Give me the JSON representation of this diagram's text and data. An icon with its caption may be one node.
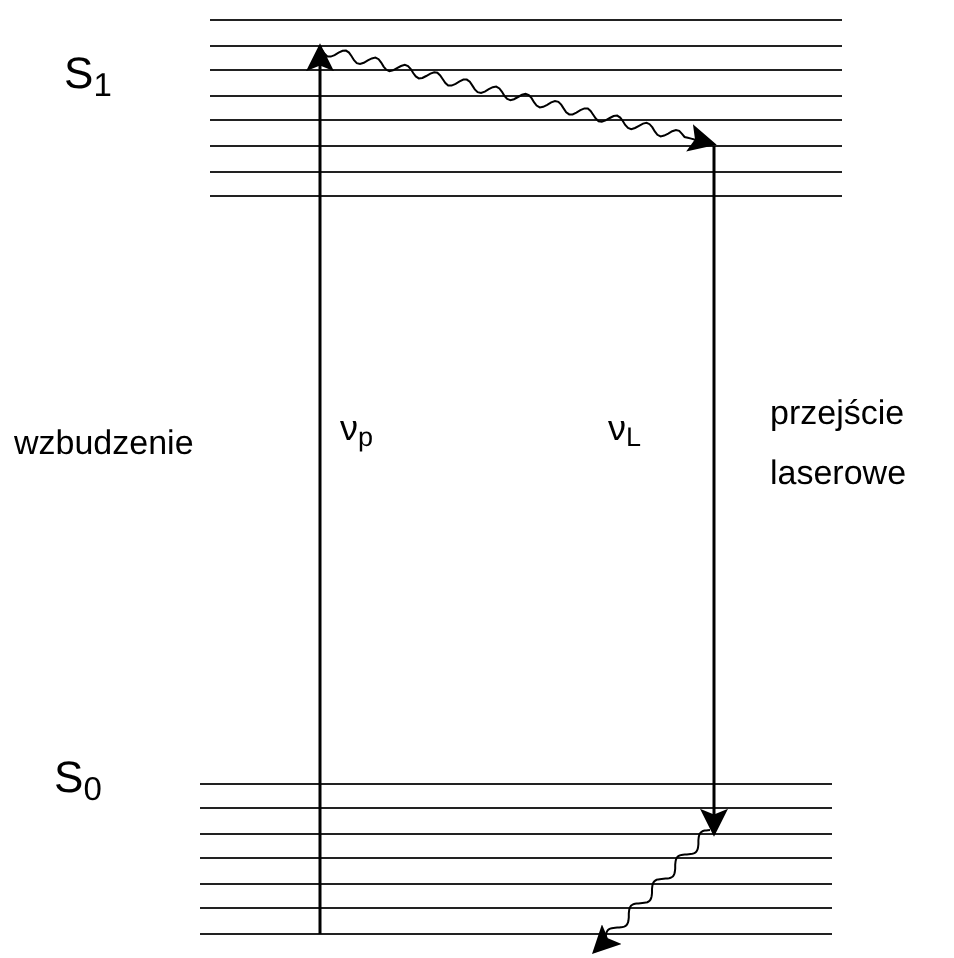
{
  "diagram": {
    "nodes": [
      {
        "text": [
          "S$_{1}$"
        ]
      },
      {
        "text": [
          "S$_{0}$"
        ]
      }
    ],
    "edges": [
      {
        "from": 1,
        "to": 0,
        "arrow": "to",
        "label": "ν$_{p}$"
      },
      {
        "from": 0,
        "to": 1,
        "arrow": "to",
        "label": "ν$_{L}$"
      }
    ],
    "labels": [
      "wzbudzenie",
      "przejście laserowe"
    ]
  }
}
